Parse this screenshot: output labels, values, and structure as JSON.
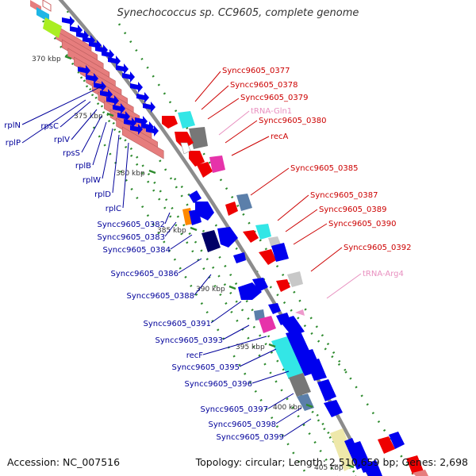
{
  "title": "Synechococcus sp. CC9605, complete genome",
  "accession": "Accession: NC_007516",
  "topology": "Topology: circular; Length: 2,510,659 bp; Genes: 2,698",
  "colors": {
    "backbone": "#8c8c8c",
    "tick": "#2e8b2e",
    "label_plus": "#cc0000",
    "label_minus": "#00009a",
    "label_trna": "#e88fbf",
    "gene_blue": "#0000ee",
    "gene_red": "#ee0000",
    "ribosomal": "#e67d7d",
    "navy": "#000066",
    "cyan": "#33e6e6",
    "gray": "#777777",
    "steel": "#5b7faa",
    "magenta": "#e633aa",
    "orange": "#ff8800",
    "green": "#aaee22",
    "light_gray": "#c8c8c8",
    "khaki": "#eee8aa",
    "pink": "#ee99cc"
  },
  "scale_labels": [
    "370 kbp",
    "375 kbp",
    "380 kbp",
    "385 kbp",
    "390 kbp",
    "395 kbp",
    "400 kbp",
    "405 kbp"
  ],
  "labels_minus": [
    "rplN",
    "rplP",
    "rpsC",
    "rplV",
    "rpsS",
    "rplB",
    "rplW",
    "rplD",
    "rplC",
    "Syncc9605_0382",
    "Syncc9605_0383",
    "Syncc9605_0384",
    "Syncc9605_0386",
    "Syncc9605_0388",
    "Syncc9605_0391",
    "Syncc9605_0393",
    "recF",
    "Syncc9605_0395",
    "Syncc9605_0396",
    "Syncc9605_0397",
    "Syncc9605_0398",
    "Syncc9605_0399"
  ],
  "labels_plus": [
    "Syncc9605_0377",
    "Syncc9605_0378",
    "Syncc9605_0379",
    "tRNA-Gln1",
    "Syncc9605_0380",
    "recA",
    "Syncc9605_0385",
    "Syncc9605_0387",
    "Syncc9605_0389",
    "Syncc9605_0390",
    "Syncc9605_0392",
    "tRNA-Arg4"
  ]
}
